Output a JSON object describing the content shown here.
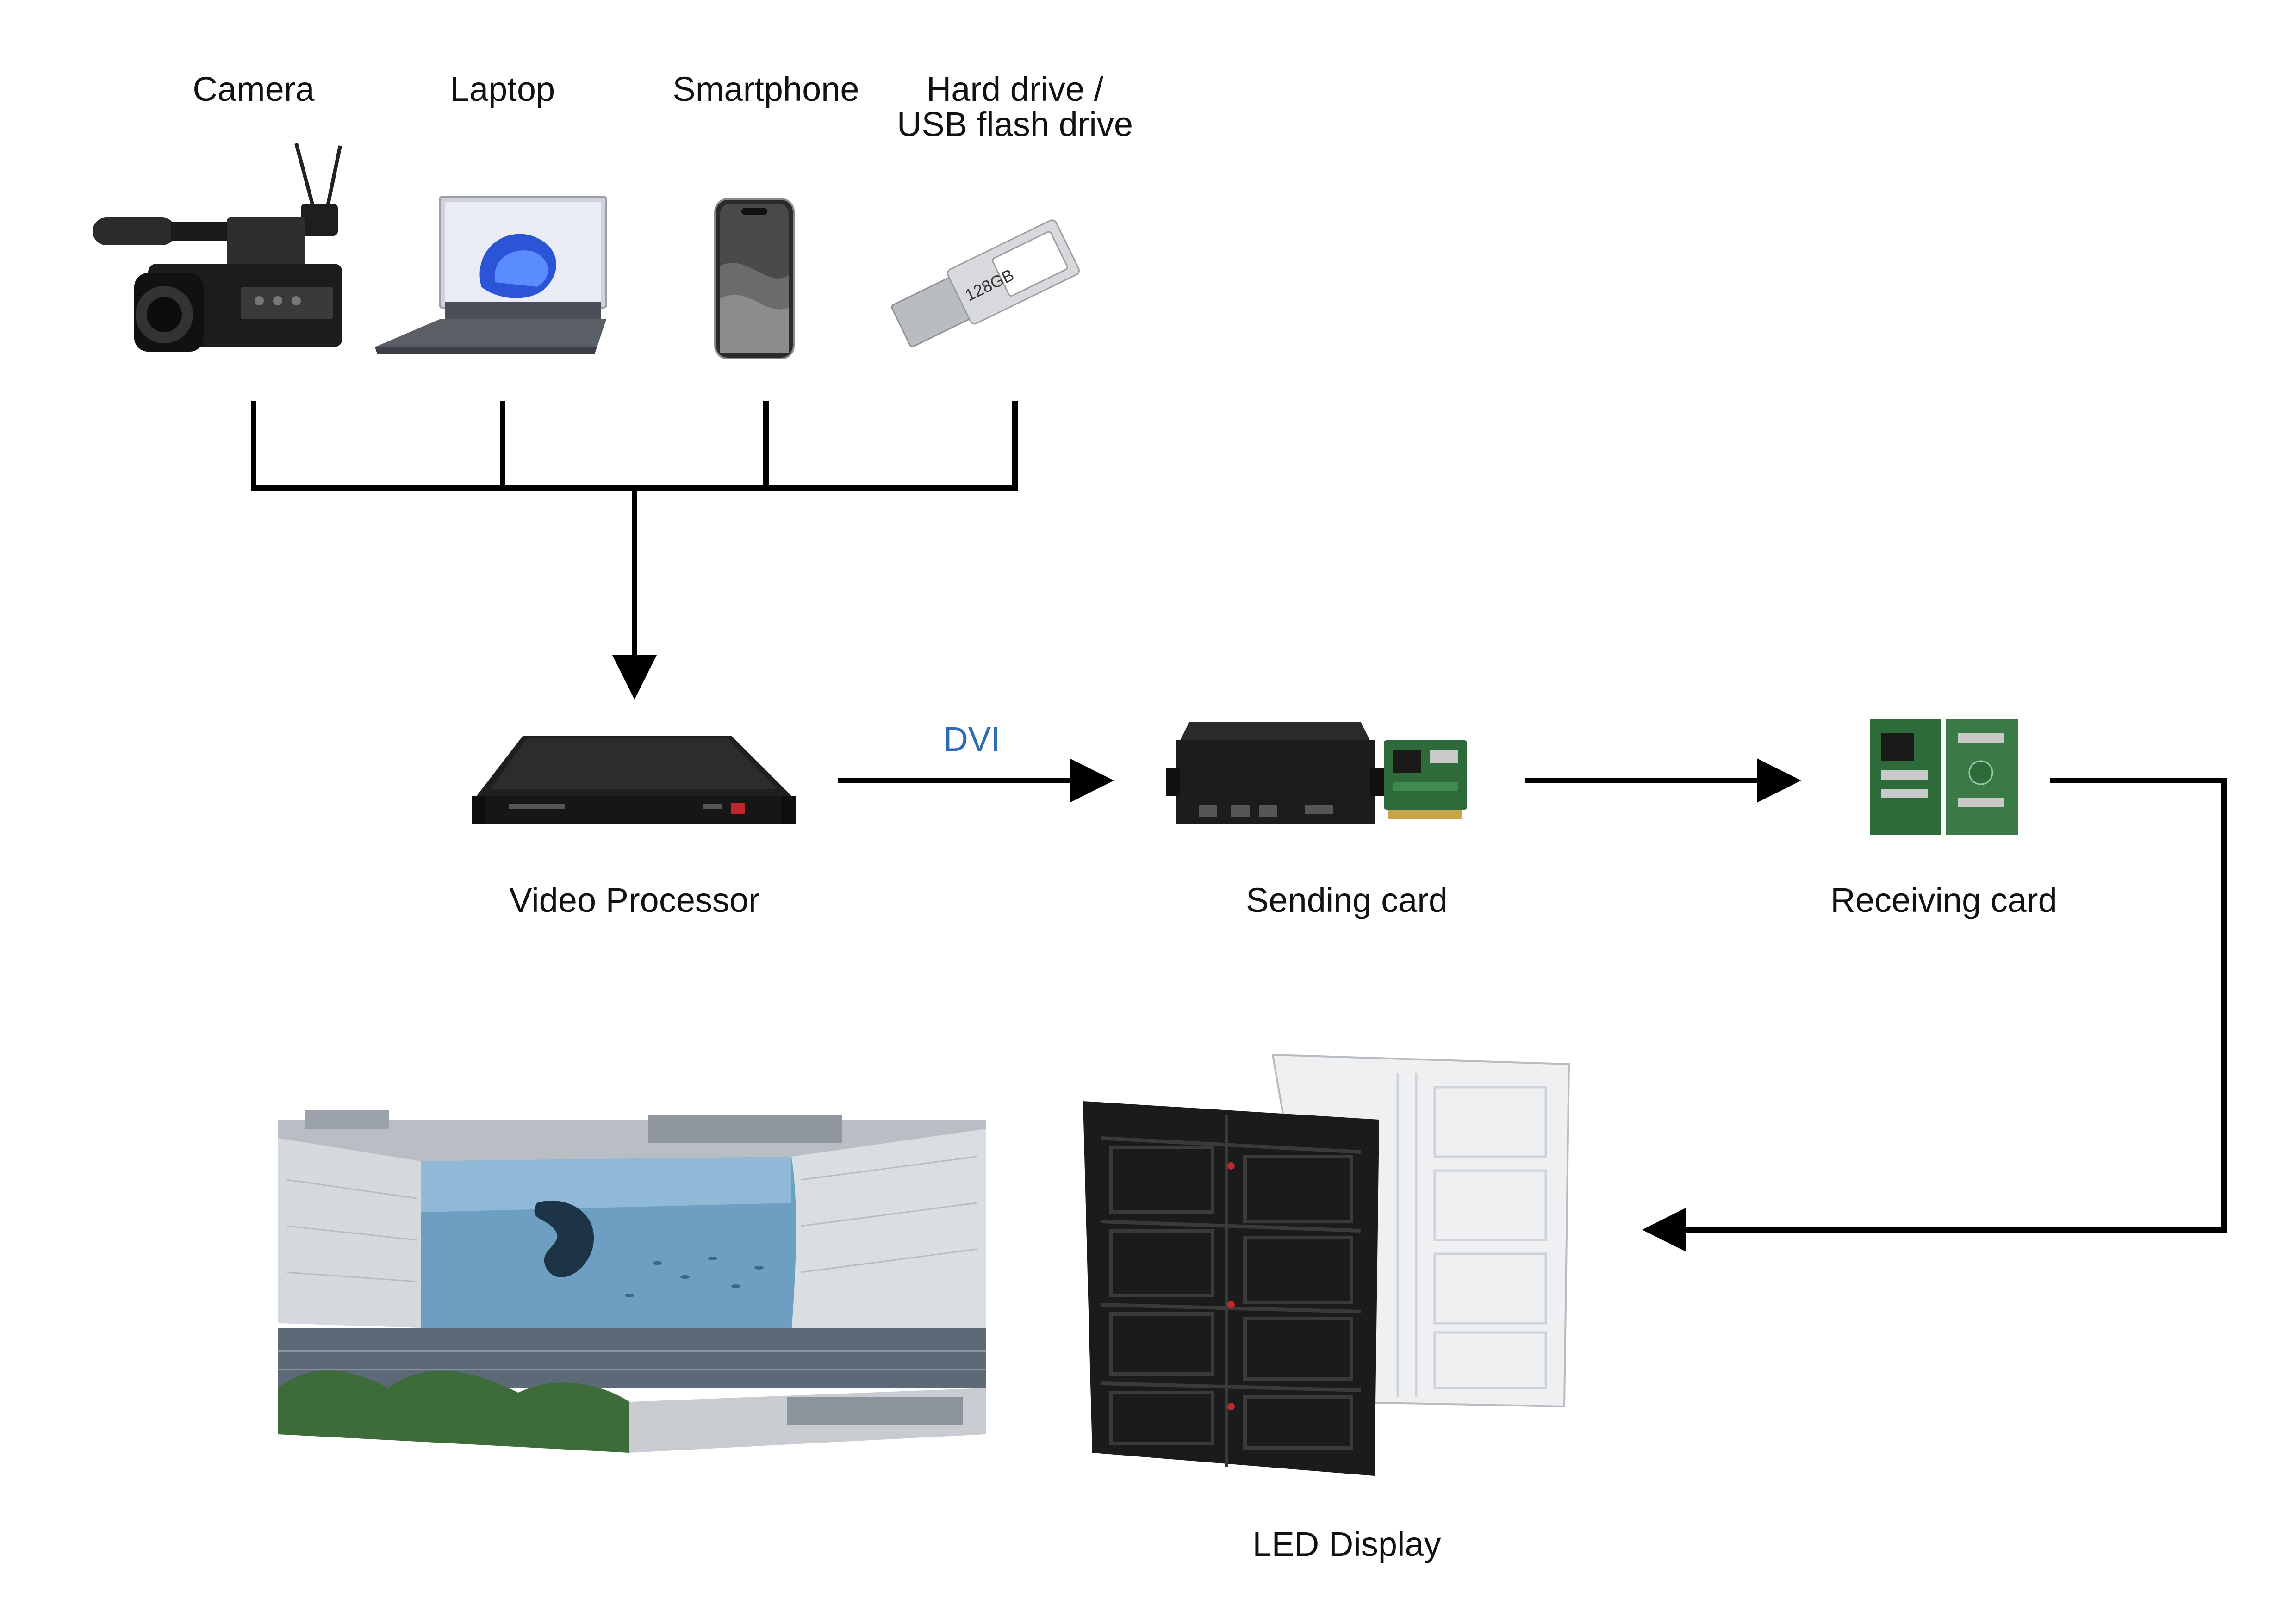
{
  "sources": {
    "camera": "Camera",
    "laptop": "Laptop",
    "smartphone": "Smartphone",
    "storage_line1": "Hard drive /",
    "storage_line2": "USB flash drive",
    "usb_capacity": "128GB"
  },
  "chain": {
    "video_processor": "Video Processor",
    "link_label": "DVI",
    "sending_card": "Sending card",
    "receiving_card": "Receiving card",
    "led_display": "LED Display"
  },
  "colors": {
    "line": "#000000",
    "dvi_label": "#2f6db3",
    "pcb_green": "#2e6b3a",
    "device_black": "#1b1b1b"
  },
  "icons": [
    "camera-icon",
    "laptop-icon",
    "smartphone-icon",
    "usb-drive-icon",
    "video-processor-icon",
    "sending-card-icon",
    "receiving-card-icon",
    "led-cabinet-icon",
    "building-screen-image"
  ]
}
